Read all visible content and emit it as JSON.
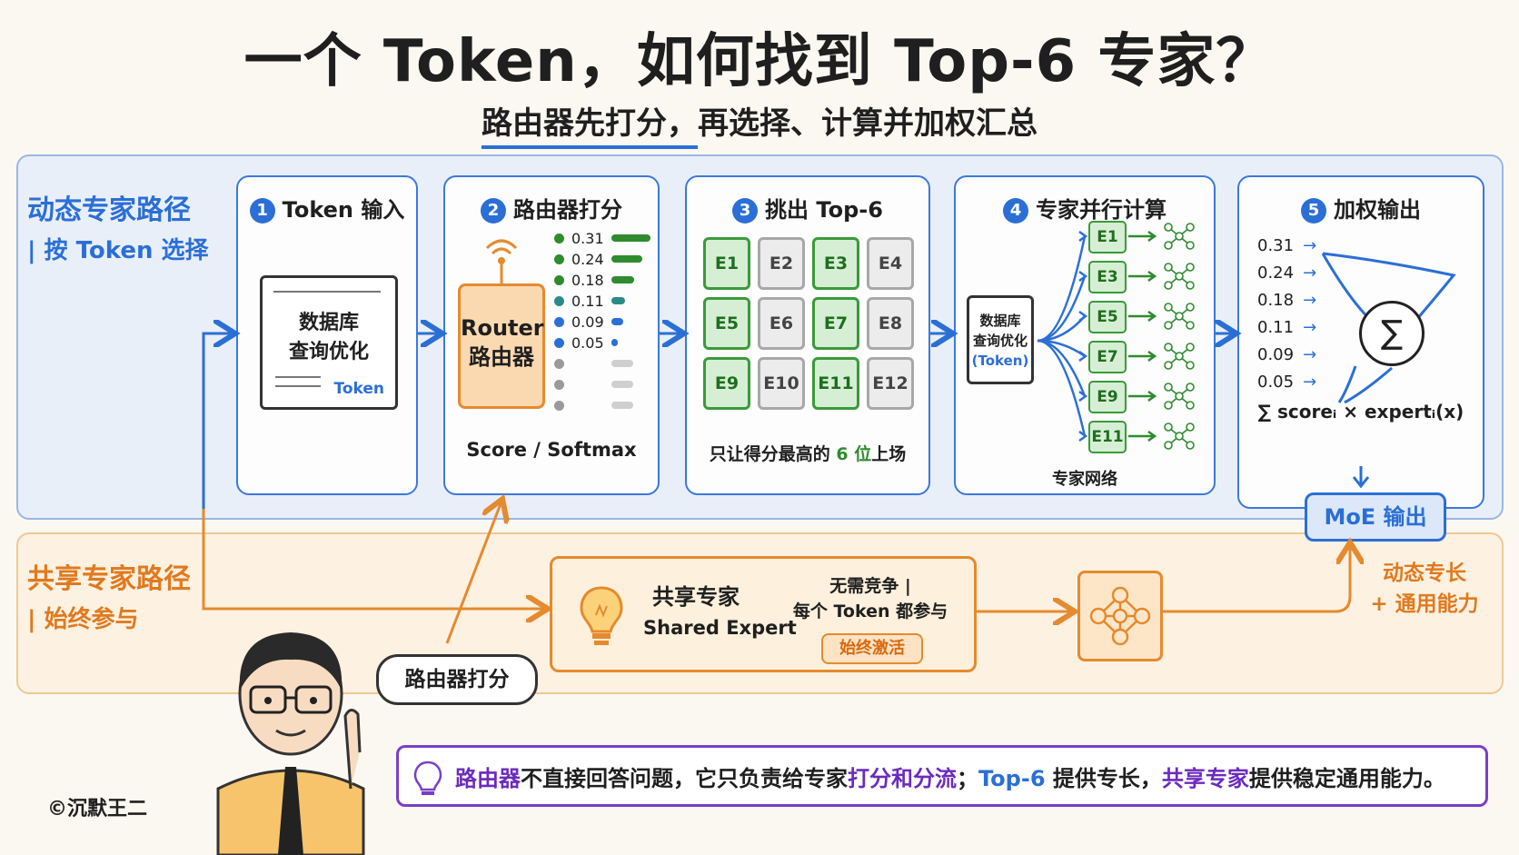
{
  "title": "一个 Token，如何找到 Top-6 专家？",
  "subtitle": {
    "highlight": "路由器先打分，",
    "rest": "再选择、计算并加权汇总"
  },
  "dynamic_path": {
    "line1": "动态专家路径",
    "line2": "| 按 Token 选择"
  },
  "shared_path": {
    "line1": "共享专家路径",
    "line2": "| 始终参与"
  },
  "steps": [
    {
      "num": "1",
      "title": "Token 输入"
    },
    {
      "num": "2",
      "title": "路由器打分"
    },
    {
      "num": "3",
      "title": "挑出 Top-6"
    },
    {
      "num": "4",
      "title": "专家并行计算"
    },
    {
      "num": "5",
      "title": "加权输出"
    }
  ],
  "step1": {
    "doc_line1": "数据库",
    "doc_line2": "查询优化",
    "token_label": "Token"
  },
  "step2": {
    "router_en": "Router",
    "router_cn": "路由器",
    "scores": [
      {
        "value": "0.31",
        "fraction": 0.31,
        "color": "#2e8b2e"
      },
      {
        "value": "0.24",
        "fraction": 0.24,
        "color": "#2e8b2e"
      },
      {
        "value": "0.18",
        "fraction": 0.18,
        "color": "#2e8b2e"
      },
      {
        "value": "0.11",
        "fraction": 0.11,
        "color": "#2a8a8a"
      },
      {
        "value": "0.09",
        "fraction": 0.09,
        "color": "#2b6fd6"
      },
      {
        "value": "0.05",
        "fraction": 0.05,
        "color": "#2b6fd6"
      },
      {
        "value": "",
        "fraction": 0,
        "color": "#9a9a9a"
      },
      {
        "value": "",
        "fraction": 0,
        "color": "#9a9a9a"
      },
      {
        "value": "",
        "fraction": 0,
        "color": "#9a9a9a"
      }
    ],
    "footer": "Score / Softmax"
  },
  "step3": {
    "experts": [
      {
        "label": "E1",
        "selected": true
      },
      {
        "label": "E2",
        "selected": false
      },
      {
        "label": "E3",
        "selected": true
      },
      {
        "label": "E4",
        "selected": false
      },
      {
        "label": "E5",
        "selected": true
      },
      {
        "label": "E6",
        "selected": false
      },
      {
        "label": "E7",
        "selected": true
      },
      {
        "label": "E8",
        "selected": false
      },
      {
        "label": "E9",
        "selected": true
      },
      {
        "label": "E10",
        "selected": false
      },
      {
        "label": "E11",
        "selected": true
      },
      {
        "label": "E12",
        "selected": false
      }
    ],
    "footer_pre": "只让得分最高的 ",
    "footer_num": "6 位",
    "footer_post": "上场"
  },
  "step4": {
    "query_line1": "数据库",
    "query_line2": "查询优化",
    "query_token": "(Token)",
    "selected": [
      "E1",
      "E3",
      "E5",
      "E7",
      "E9",
      "E11"
    ],
    "footer": "专家网络"
  },
  "step5": {
    "weights": [
      "0.31",
      "0.24",
      "0.18",
      "0.11",
      "0.09",
      "0.05"
    ],
    "sigma": "∑",
    "formula": "∑ scoreᵢ × expertᵢ(x)"
  },
  "moe_output": "MoE 输出",
  "shared_expert": {
    "name_cn": "共享专家",
    "name_en": "Shared Expert",
    "desc_line1": "无需竞争 |",
    "desc_line2": "每个 Token 都参与",
    "badge": "始终激活"
  },
  "capability": {
    "line1": "动态专长",
    "line2": "+ 通用能力"
  },
  "speech_bubble": "路由器打分",
  "tip": {
    "p1": "路由器",
    "p2": "不直接回答问题，它只负责给专家",
    "p3": "打分和分流",
    "p4": "；",
    "p5": "Top-6",
    "p6": " 提供专长，",
    "p7": "共享专家",
    "p8": "提供稳定通用能力。"
  },
  "credit": "©沉默王二",
  "colors": {
    "blue": "#2b6fd6",
    "orange": "#e58a2e",
    "green": "#3a9a3a",
    "purple": "#7a3fc6"
  }
}
